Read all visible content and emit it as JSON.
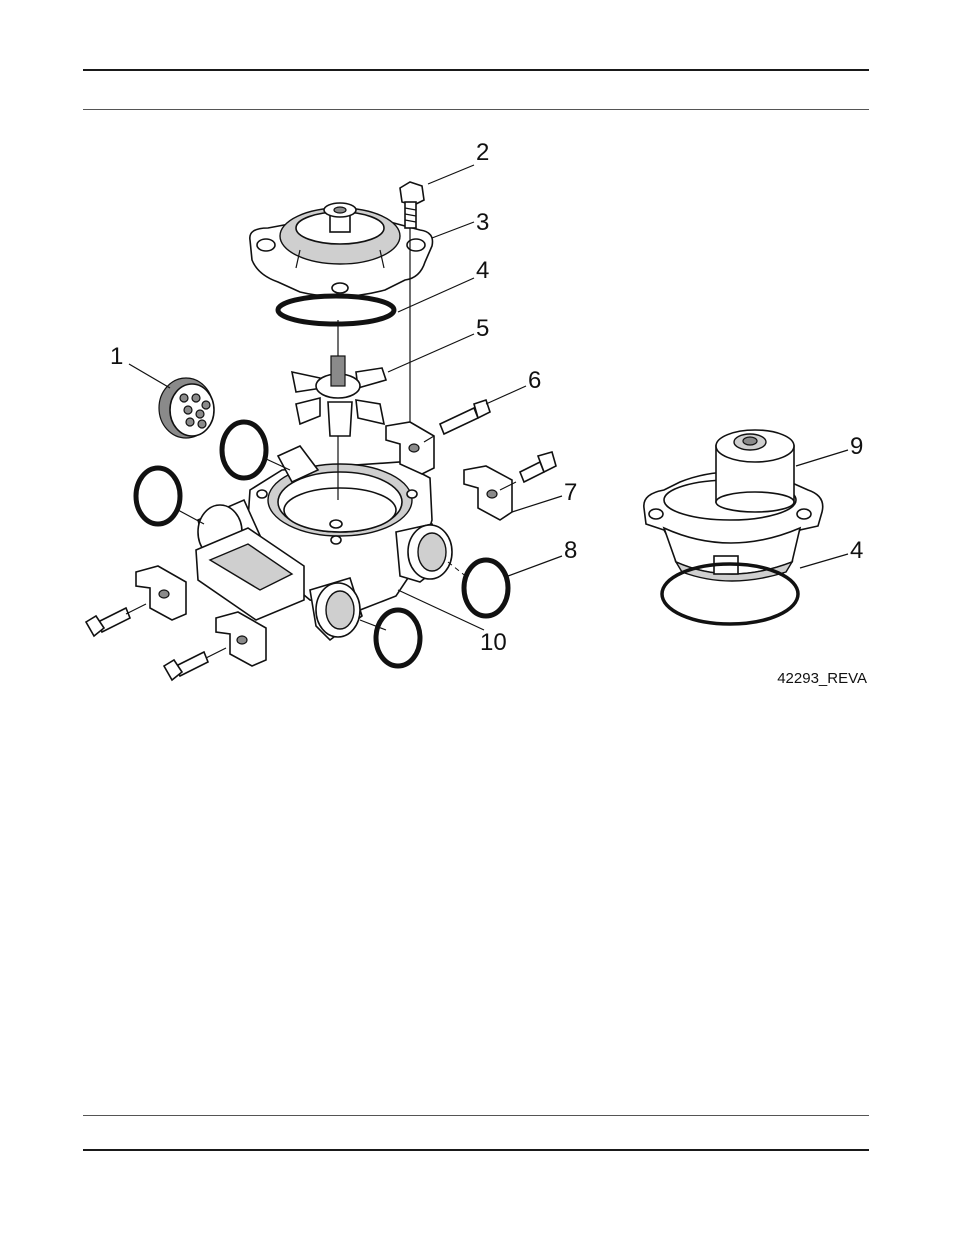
{
  "figure": {
    "id_label": "42293_REVA",
    "callouts": [
      "1",
      "2",
      "3",
      "4",
      "5",
      "6",
      "7",
      "8",
      "9",
      "10",
      "4"
    ]
  }
}
